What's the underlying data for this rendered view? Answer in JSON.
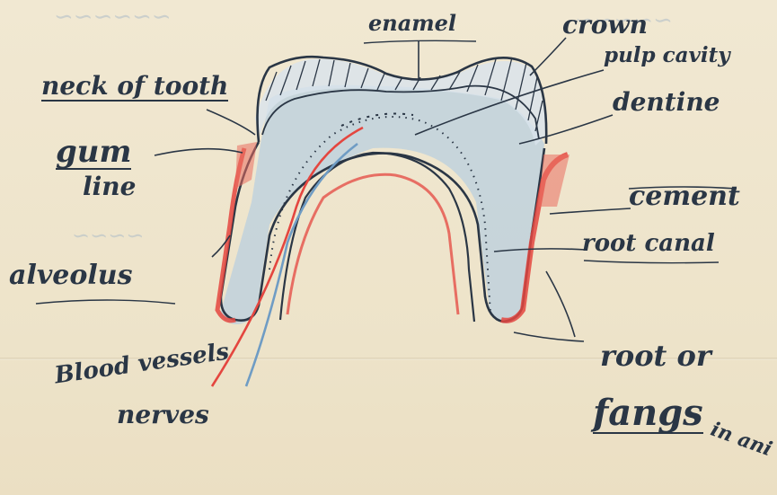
{
  "labels": {
    "enamel": "enamel",
    "crown": "crown",
    "pulp_cavity": "pulp cavity",
    "neck_of_tooth": "neck of tooth",
    "dentine": "dentine",
    "gum_line_1": "gum",
    "gum_line_2": "line",
    "cement": "cement",
    "alveolus": "alveolus",
    "root_canal": "root canal",
    "blood_vessels": "Blood vessels",
    "nerves": "nerves",
    "root_or_1": "root or",
    "fangs": "fangs",
    "in_ani": "in ani"
  },
  "colors": {
    "paper": "#efe6cf",
    "ink": "#2a3645",
    "red_pencil": "#e4463f",
    "blue_pencil": "#6f9cc4",
    "dentine_fill": "#b9cfdf"
  }
}
